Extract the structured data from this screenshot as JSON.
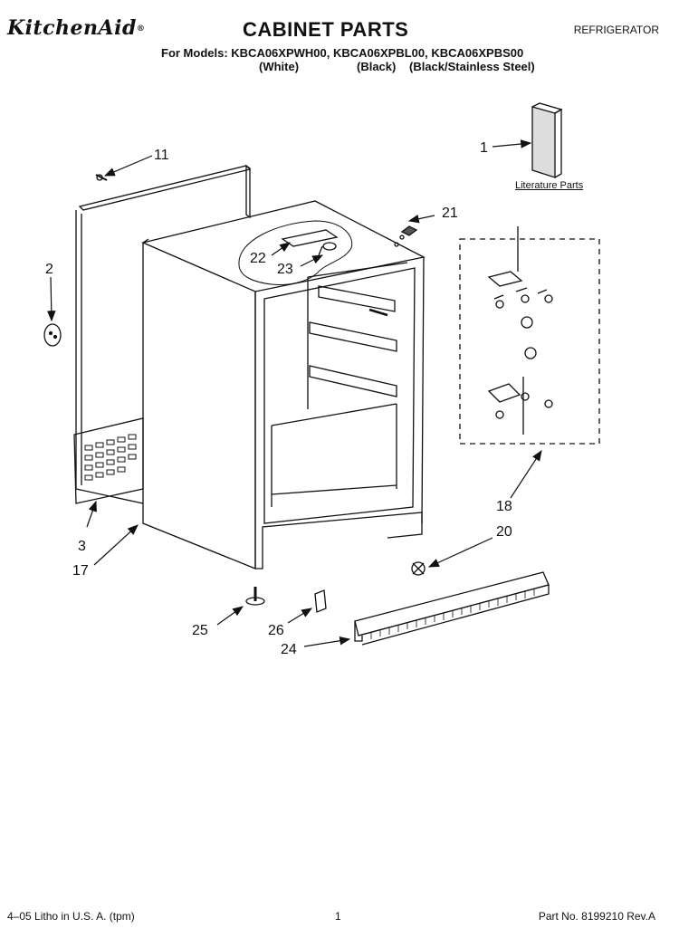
{
  "header": {
    "brand": "KitchenAid",
    "title": "CABINET PARTS",
    "category": "REFRIGERATOR",
    "models_line": "For Models: KBCA06XPWH00, KBCA06XPBL00, KBCA06XPBS00",
    "colors": [
      "(White)",
      "(Black)",
      "(Black/Stainless Steel)"
    ]
  },
  "literature_label": "Literature Parts",
  "callouts": [
    {
      "id": "1",
      "label": "1"
    },
    {
      "id": "2",
      "label": "2"
    },
    {
      "id": "3",
      "label": "3"
    },
    {
      "id": "11",
      "label": "11"
    },
    {
      "id": "17",
      "label": "17"
    },
    {
      "id": "18",
      "label": "18"
    },
    {
      "id": "20",
      "label": "20"
    },
    {
      "id": "21",
      "label": "21"
    },
    {
      "id": "22",
      "label": "22"
    },
    {
      "id": "23",
      "label": "23"
    },
    {
      "id": "24",
      "label": "24"
    },
    {
      "id": "25",
      "label": "25"
    },
    {
      "id": "26",
      "label": "26"
    }
  ],
  "footer": {
    "left": "4–05 Litho in U.S. A. (tpm)",
    "page": "1",
    "right": "Part No. 8199210 Rev.A"
  }
}
